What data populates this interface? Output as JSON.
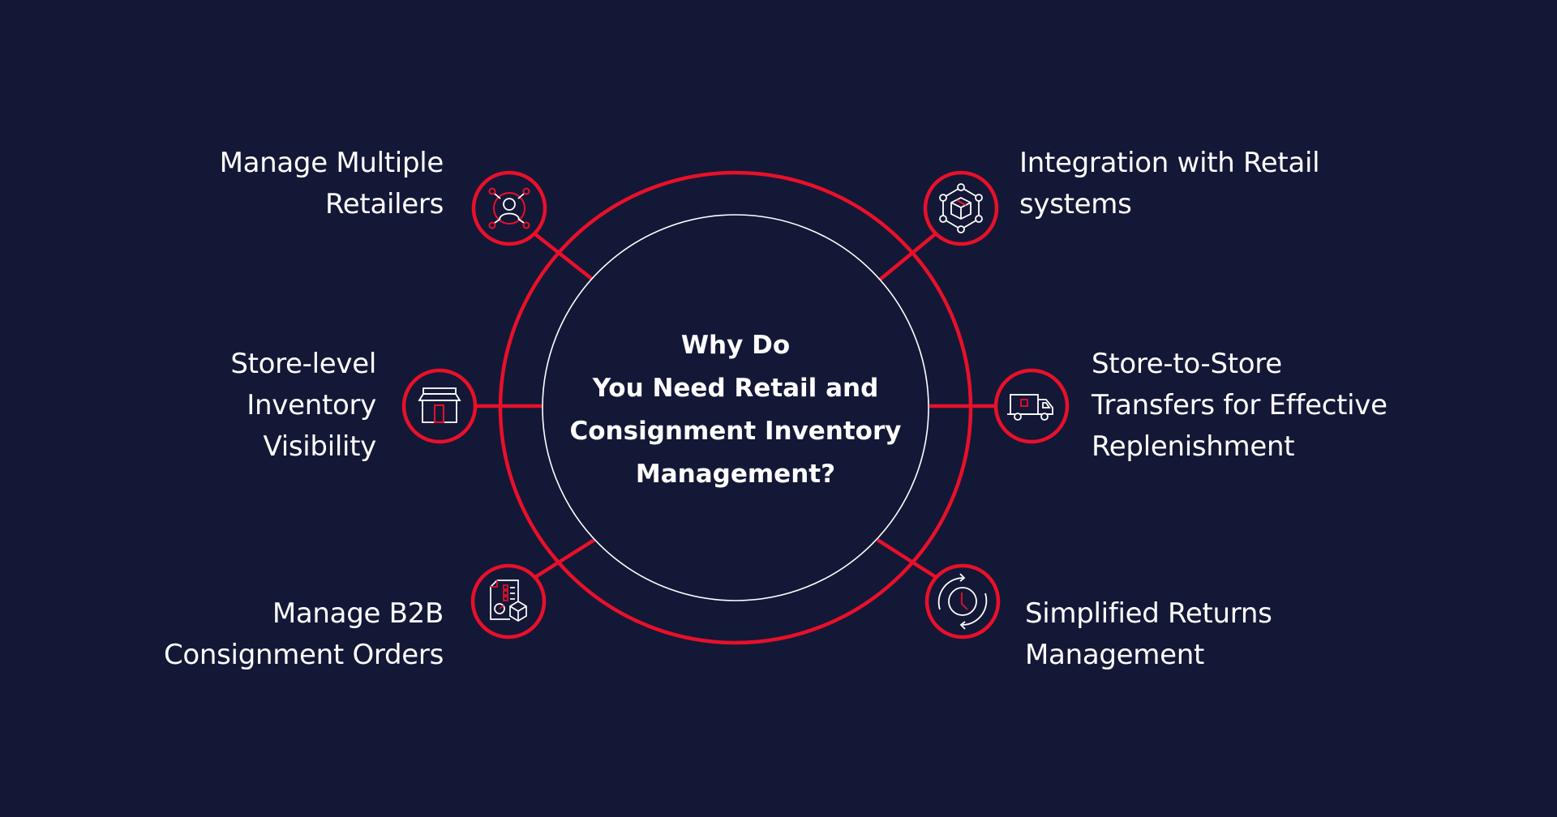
{
  "colors": {
    "background": "#141837",
    "accent_red": "#e8102a",
    "line_white": "#ffffff"
  },
  "center": {
    "title_lines": [
      "Why Do",
      "You Need Retail and",
      "Consignment Inventory",
      "Management?"
    ]
  },
  "features": [
    {
      "id": "manage-multiple-retailers",
      "position": "top-left",
      "icon": "network-user-icon",
      "lines": [
        "Manage Multiple",
        "Retailers"
      ]
    },
    {
      "id": "integration-retail-systems",
      "position": "top-right",
      "icon": "network-box-icon",
      "lines": [
        "Integration with Retail",
        "systems"
      ]
    },
    {
      "id": "store-level-inventory-visibility",
      "position": "middle-left",
      "icon": "storefront-icon",
      "lines": [
        "Store-level",
        "Inventory",
        "Visibility"
      ]
    },
    {
      "id": "store-to-store-transfers",
      "position": "middle-right",
      "icon": "delivery-truck-icon",
      "lines": [
        "Store-to-Store",
        "Transfers for Effective",
        "Replenishment"
      ]
    },
    {
      "id": "manage-b2b-consignment-orders",
      "position": "bottom-left",
      "icon": "checklist-box-icon",
      "lines": [
        "Manage B2B",
        "Consignment Orders"
      ]
    },
    {
      "id": "simplified-returns-management",
      "position": "bottom-right",
      "icon": "clock-cycle-icon",
      "lines": [
        "Simplified Returns",
        "Management"
      ]
    }
  ]
}
